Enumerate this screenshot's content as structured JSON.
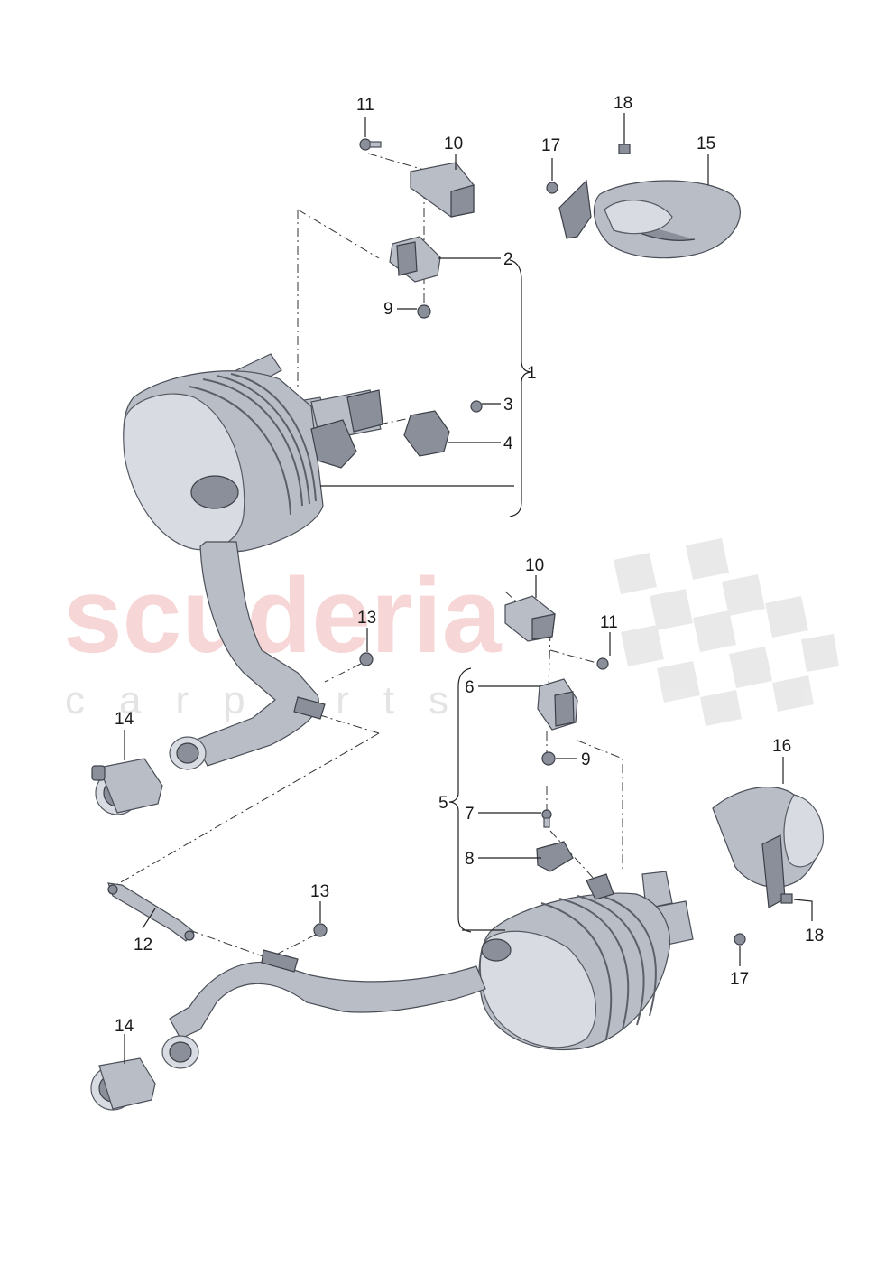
{
  "watermark": {
    "brand": "scuderia",
    "tagline": "carparts"
  },
  "colors": {
    "part_fill": "#b9bdc6",
    "part_shadow": "#8a8f99",
    "watermark_red": "#f4c9c9",
    "watermark_gray": "#e4e4e4"
  },
  "callouts": {
    "c1": "1",
    "c2": "2",
    "c3": "3",
    "c4": "4",
    "c5": "5",
    "c6": "6",
    "c7": "7",
    "c8": "8",
    "c9a": "9",
    "c9b": "9",
    "c10a": "10",
    "c10b": "10",
    "c11a": "11",
    "c11b": "11",
    "c12": "12",
    "c13a": "13",
    "c13b": "13",
    "c14a": "14",
    "c14b": "14",
    "c15": "15",
    "c16": "16",
    "c17a": "17",
    "c17b": "17",
    "c18a": "18",
    "c18b": "18"
  }
}
